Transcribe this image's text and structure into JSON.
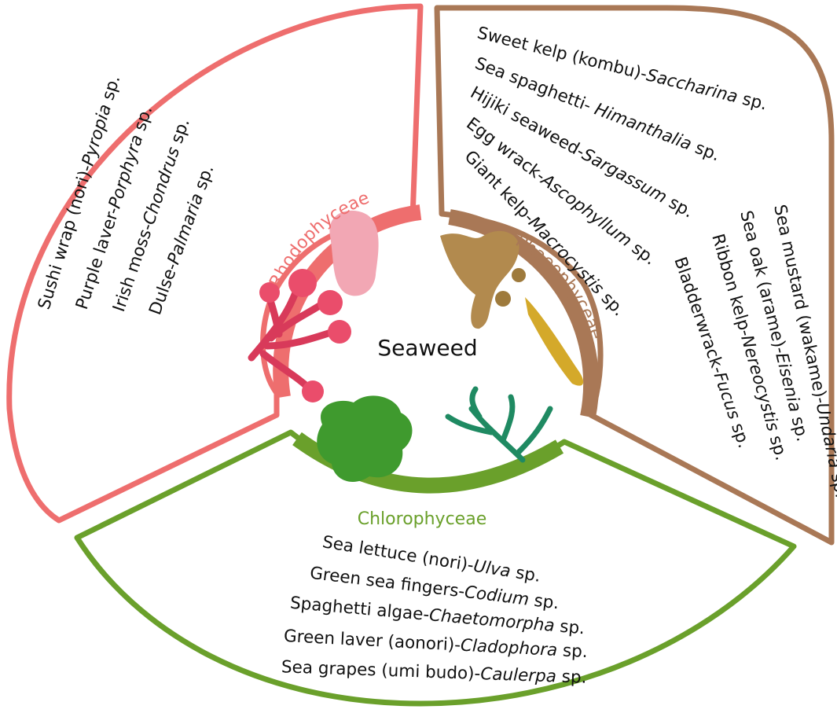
{
  "center": {
    "title": "Seaweed"
  },
  "colors": {
    "red": "#ee6e6e",
    "brown": "#a97856",
    "green": "#6aa02b",
    "text": "#111111"
  },
  "groups": {
    "red": {
      "label": "Rhodophyceae",
      "items": [
        {
          "common": "Sushi wrap (nori)-",
          "genus": "Pyropia",
          "suffix": " sp."
        },
        {
          "common": "Purple laver-",
          "genus": "Porphyra",
          "suffix": " sp."
        },
        {
          "common": "Irish moss-",
          "genus": "Chondrus",
          "suffix": " sp."
        },
        {
          "common": "Dulse-",
          "genus": "Palmaria",
          "suffix": " sp."
        }
      ]
    },
    "brown": {
      "label": "Phaeophyceae",
      "items": [
        {
          "common": "Sweet kelp (kombu)-",
          "genus": "Saccharina",
          "suffix": " sp."
        },
        {
          "common": "Sea spaghetti- ",
          "genus": "Himanthalia",
          "suffix": " sp."
        },
        {
          "common": "Hijiki seaweed-",
          "genus": "Sargassum",
          "suffix": " sp."
        },
        {
          "common": "Egg wrack-",
          "genus": "Ascophyllum",
          "suffix": " sp."
        },
        {
          "common": "Giant kelp-",
          "genus": "Macrocystis",
          "suffix": " sp."
        },
        {
          "common": "Bladderwrack-",
          "genus": "Fucus",
          "suffix": " sp."
        },
        {
          "common": "Ribbon kelp-",
          "genus": "Nereocystis",
          "suffix": " sp."
        },
        {
          "common": "Sea oak (arame)-",
          "genus": "Eisenia",
          "suffix": " sp."
        },
        {
          "common": "Sea mustard (wakame)-",
          "genus": "Undaria",
          "suffix": " sp."
        }
      ]
    },
    "green": {
      "label": "Chlorophyceae",
      "items": [
        {
          "common": "Sea lettuce (nori)-",
          "genus": "Ulva",
          "suffix": " sp."
        },
        {
          "common": "Green sea fingers-",
          "genus": "Codium",
          "suffix": " sp."
        },
        {
          "common": "Spaghetti algae-",
          "genus": "Chaetomorpha",
          "suffix": " sp."
        },
        {
          "common": "Green laver (aonori)-",
          "genus": "Cladophora",
          "suffix": " sp."
        },
        {
          "common": "Sea grapes (umi budo)-",
          "genus": "Caulerpa",
          "suffix": " sp."
        }
      ]
    }
  }
}
